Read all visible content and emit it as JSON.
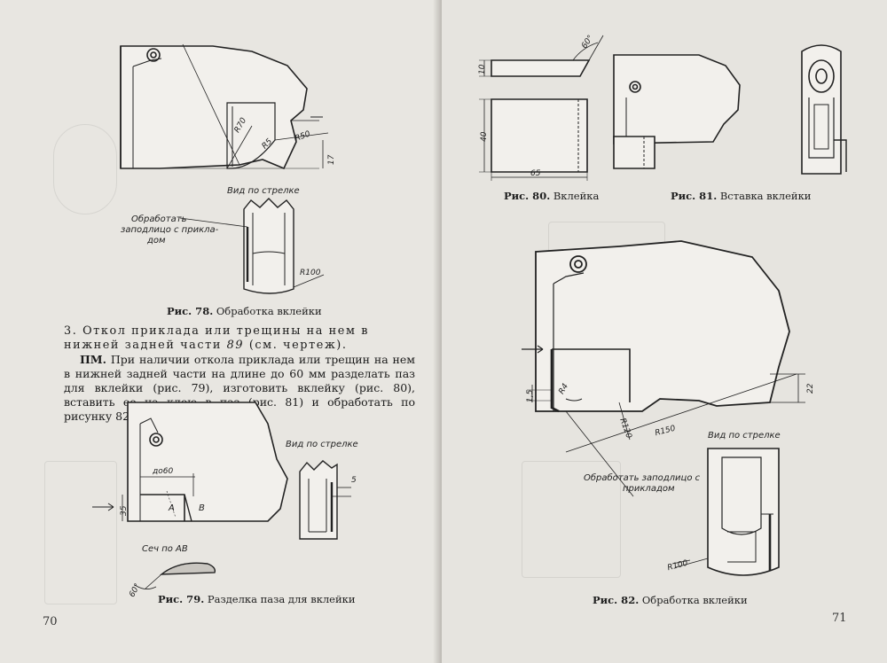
{
  "left_page": {
    "page_number": "70",
    "fig78": {
      "caption_prefix": "Рис. 78.",
      "caption_title": "Обработка вклейки",
      "label_view": "Вид по стрелке",
      "label_work_1": "Обработать",
      "label_work_2": "заподлицо с прикла-",
      "label_work_3": "дом",
      "dim_r70": "R70",
      "dim_r5": "R5",
      "dim_r50": "R50",
      "dim_17": "17",
      "dim_r100": "R100"
    },
    "section_heading": {
      "number": "3.",
      "text": "Откол приклада или трещины на нем в нижней задней части",
      "ref": "89",
      "suffix": "(см. чертеж)."
    },
    "paragraph": {
      "lead": "ПМ.",
      "text": "При наличии откола приклада или трещин на нем в нижней задней части на длине до 60 мм разделать паз для вклейки (рис. 79), изготовить вклейку (рис. 80), вставить ее на клею в паз (рис. 81) и обработать по рисунку 82."
    },
    "fig79": {
      "caption_prefix": "Рис. 79.",
      "caption_title": "Разделка паза для вклейки",
      "label_view": "Вид по стрелке",
      "label_section": "Сеч по АВ",
      "dim_do60": "до60",
      "dim_35": "35",
      "dim_5": "5",
      "dim_60deg": "60°",
      "point_a": "A",
      "point_b": "B"
    }
  },
  "right_page": {
    "page_number": "71",
    "fig80": {
      "caption_prefix": "Рис. 80.",
      "caption_title": "Вклейка",
      "dim_60deg": "60°",
      "dim_10": "10",
      "dim_40": "40",
      "dim_65": "65"
    },
    "fig81": {
      "caption_prefix": "Рис. 81.",
      "caption_title": "Вставка вклейки"
    },
    "fig82": {
      "caption_prefix": "Рис. 82.",
      "caption_title": "Обработка вклейки",
      "label_view": "Вид по стрелке",
      "label_work_1": "Обработать заподлицо с",
      "label_work_2": "прикладом",
      "dim_15": "1,5",
      "dim_r4": "R4",
      "dim_r120": "R120",
      "dim_r150": "R150",
      "dim_22": "22",
      "dim_r100": "R100"
    }
  }
}
